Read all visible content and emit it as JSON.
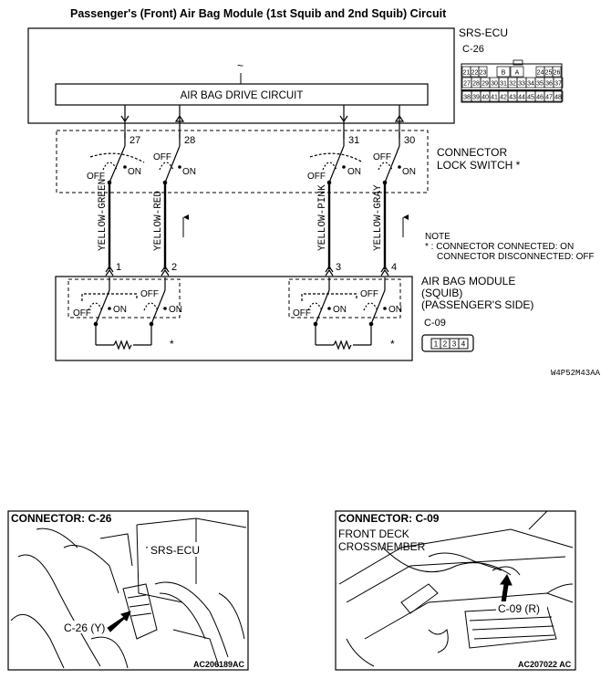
{
  "title": "Passenger's (Front) Air Bag Module (1st Squib and 2nd Squib) Circuit",
  "ecu": {
    "name": "SRS-ECU",
    "connector_id": "C-26",
    "drive_circuit": "AIR BAG DRIVE CIRCUIT",
    "pins_row1": [
      "21",
      "22",
      "23",
      "B",
      "A",
      "24",
      "25",
      "26"
    ],
    "pins_row2": [
      "27",
      "28",
      "29",
      "30",
      "31",
      "32",
      "33",
      "34",
      "35",
      "36",
      "37"
    ],
    "pins_row3": [
      "38",
      "39",
      "40",
      "41",
      "42",
      "43",
      "44",
      "45",
      "46",
      "47",
      "48"
    ]
  },
  "terminals_top": [
    "27",
    "28",
    "31",
    "30"
  ],
  "terminals_bottom": [
    "1",
    "2",
    "3",
    "4"
  ],
  "switch": {
    "off": "OFF",
    "on": "ON"
  },
  "lock_switch_label": [
    "CONNECTOR",
    "LOCK SWITCH *"
  ],
  "wires": [
    {
      "color": "YELLOW-GREEN"
    },
    {
      "color": "YELLOW-RED"
    },
    {
      "color": "YELLOW-PINK"
    },
    {
      "color": "YELLOW-GRAY"
    }
  ],
  "note": {
    "heading": "NOTE",
    "line1": "* : CONNECTOR CONNECTED: ON",
    "line2": "CONNECTOR DISCONNECTED: OFF"
  },
  "module": {
    "label": [
      "AIR BAG MODULE",
      "(SQUIB)",
      "(PASSENGER'S SIDE)"
    ],
    "connector_id": "C-09",
    "pins": [
      "1",
      "2",
      "3",
      "4"
    ]
  },
  "asterisk": "*",
  "figure_code": "W4P52M43AA",
  "photo_left": {
    "header": "CONNECTOR: C-26",
    "ecu_label": "SRS-ECU",
    "callout": "C-26 (Y)",
    "code": "AC206189AC"
  },
  "photo_right": {
    "header": "CONNECTOR: C-09",
    "location": [
      "FRONT DECK",
      "CROSSMEMBER"
    ],
    "callout": "C-09 (R)",
    "code": "AC207022 AC"
  }
}
